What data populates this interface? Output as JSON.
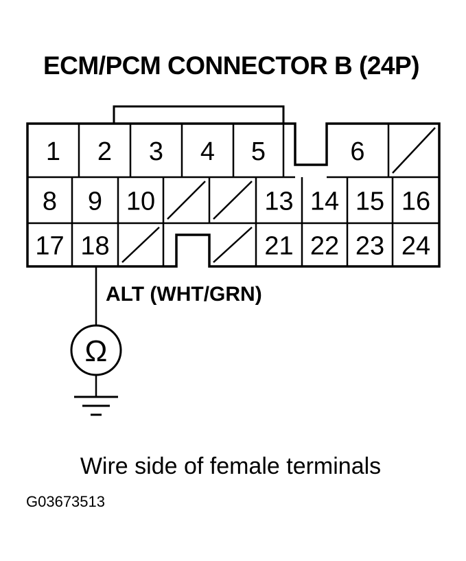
{
  "title": "ECM/PCM CONNECTOR B (24P)",
  "wire_label": "ALT (WHT/GRN)",
  "caption": "Wire side of female terminals",
  "figure_id": "G03673513",
  "ohmmeter_symbol": "Ω",
  "icons": [
    "ohmmeter-icon",
    "ground-icon"
  ],
  "connector": {
    "row1": [
      {
        "label": "1",
        "type": "pin"
      },
      {
        "label": "2",
        "type": "pin"
      },
      {
        "label": "3",
        "type": "pin"
      },
      {
        "label": "4",
        "type": "pin"
      },
      {
        "label": "5",
        "type": "pin"
      },
      {
        "label": "",
        "type": "key"
      },
      {
        "label": "6",
        "type": "pin"
      },
      {
        "label": "",
        "type": "empty"
      }
    ],
    "row2": [
      {
        "label": "8",
        "type": "pin"
      },
      {
        "label": "9",
        "type": "pin"
      },
      {
        "label": "10",
        "type": "pin"
      },
      {
        "label": "",
        "type": "empty"
      },
      {
        "label": "",
        "type": "empty"
      },
      {
        "label": "13",
        "type": "pin"
      },
      {
        "label": "14",
        "type": "pin"
      },
      {
        "label": "15",
        "type": "pin"
      },
      {
        "label": "16",
        "type": "pin"
      }
    ],
    "row3": [
      {
        "label": "17",
        "type": "pin"
      },
      {
        "label": "18",
        "type": "pin"
      },
      {
        "label": "",
        "type": "empty"
      },
      {
        "label": "",
        "type": "key"
      },
      {
        "label": "",
        "type": "empty"
      },
      {
        "label": "21",
        "type": "pin"
      },
      {
        "label": "22",
        "type": "pin"
      },
      {
        "label": "23",
        "type": "pin"
      },
      {
        "label": "24",
        "type": "pin"
      }
    ]
  }
}
